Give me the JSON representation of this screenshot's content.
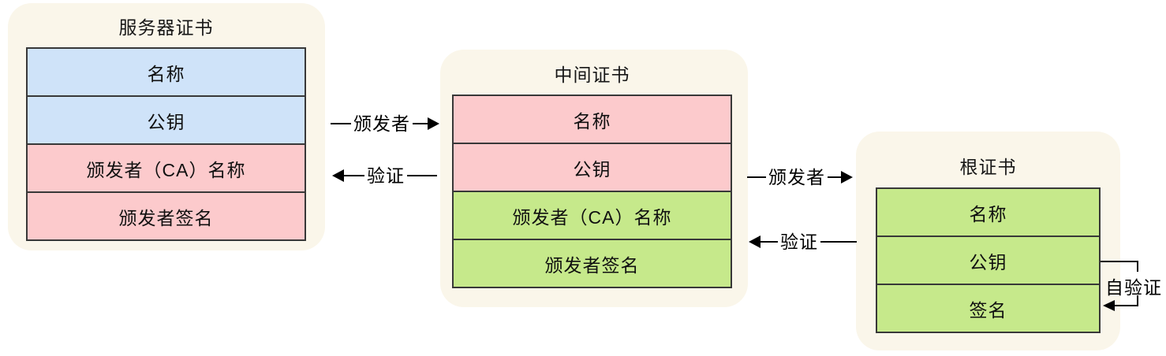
{
  "certificates": [
    {
      "id": "server",
      "title": "服务器证书",
      "rows": [
        {
          "label": "名称",
          "color": "blue"
        },
        {
          "label": "公钥",
          "color": "blue"
        },
        {
          "label": "颁发者（CA）名称",
          "color": "pink"
        },
        {
          "label": "颁发者签名",
          "color": "pink"
        }
      ]
    },
    {
      "id": "intermediate",
      "title": "中间证书",
      "rows": [
        {
          "label": "名称",
          "color": "pink"
        },
        {
          "label": "公钥",
          "color": "pink"
        },
        {
          "label": "颁发者（CA）名称",
          "color": "green"
        },
        {
          "label": "颁发者签名",
          "color": "green"
        }
      ]
    },
    {
      "id": "root",
      "title": "根证书",
      "rows": [
        {
          "label": "名称",
          "color": "green"
        },
        {
          "label": "公钥",
          "color": "green"
        },
        {
          "label": "签名",
          "color": "green"
        }
      ]
    }
  ],
  "arrows": {
    "issuer_1": "颁发者",
    "verify_1": "验证",
    "issuer_2": "颁发者",
    "verify_2": "验证",
    "self_verify": "自验证"
  },
  "colors": {
    "blue": "#cfe3f9",
    "pink": "#fccacc",
    "green": "#c6e98b",
    "container": "#faf6ea",
    "border": "#383838",
    "arrow": "#000000",
    "page_bg": "#ffffff"
  }
}
